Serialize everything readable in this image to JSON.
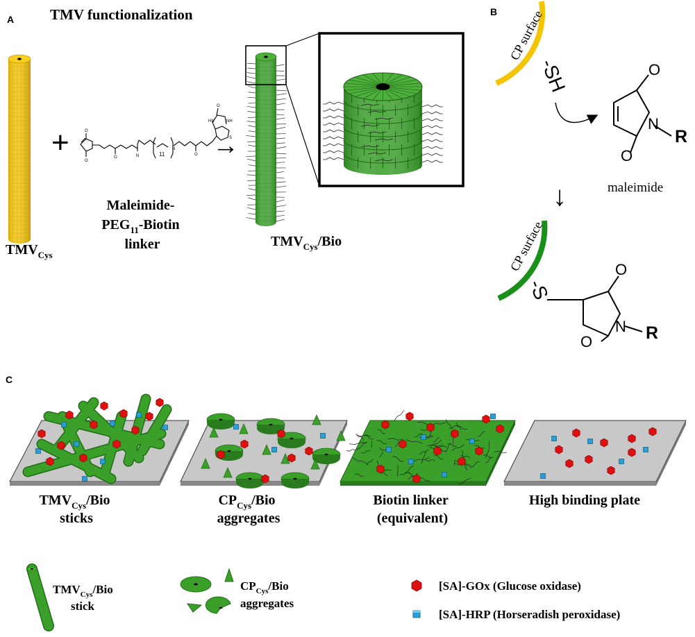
{
  "panel_a": {
    "letter": "A",
    "title": "TMV functionalization",
    "plus": "+",
    "arrow": "→",
    "tmv_cys_main": "TMV",
    "tmv_cys_sub": "Cys",
    "linker_line1": "Maleimide-",
    "linker_line2_a": "PEG",
    "linker_line2_sub": "11",
    "linker_line2_b": "-Biotin",
    "linker_line3": "linker",
    "structure_subscript": "11",
    "tmv_bio_main": "TMV",
    "tmv_bio_sub": "Cys",
    "tmv_bio_tail": "/Bio"
  },
  "panel_b": {
    "letter": "B",
    "surface_label_top": "CP surface",
    "surface_label_bottom": "CP surface",
    "sh_label": "-SH",
    "s_label": "-S",
    "atom_o": "O",
    "atom_n": "N",
    "atom_r": "R",
    "maleimide_label": "maleimide",
    "down_arrow": "↓",
    "colors": {
      "top_surface": "#f5c400",
      "bottom_surface": "#1a8f1a"
    }
  },
  "panel_c": {
    "letter": "C",
    "plates": [
      {
        "line1": "TMV",
        "line1_sub": "Cys",
        "line1_tail": "/Bio",
        "line2": "sticks"
      },
      {
        "line1": "CP",
        "line1_sub": "Cys",
        "line1_tail": "/Bio",
        "line2": "aggregates"
      },
      {
        "line1": "Biotin linker",
        "line1_sub": "",
        "line1_tail": "",
        "line2": "(equivalent)"
      },
      {
        "line1": "High binding plate",
        "line1_sub": "",
        "line1_tail": "",
        "line2": ""
      }
    ]
  },
  "legend": {
    "stick_main": "TMV",
    "stick_sub": "Cys",
    "stick_tail": "/Bio",
    "stick_line2": "stick",
    "agg_main": "CP",
    "agg_sub": "Cys",
    "agg_tail": "/Bio",
    "agg_line2": "aggregates",
    "gox": "[SA]-GOx  (Glucose oxidase)",
    "hrp": "[SA]-HRP (Horseradish peroxidase)",
    "colors": {
      "gox": "#dd1111",
      "hrp": "#2a9fd6",
      "green": "#3aa02a",
      "yellow": "#f2c200",
      "plate": "#c8c8c8"
    }
  }
}
